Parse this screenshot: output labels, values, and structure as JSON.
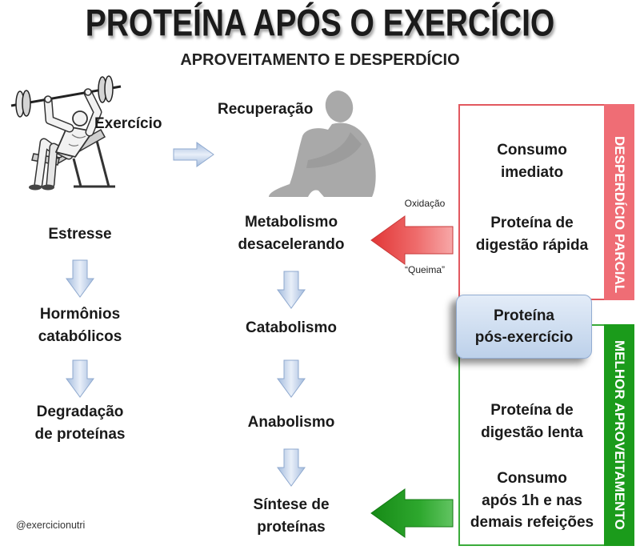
{
  "header": {
    "title": "PROTEÍNA APÓS O EXERCÍCIO",
    "subtitle": "APROVEITAMENTO E DESPERDÍCIO"
  },
  "top_row": {
    "exercise_label": "Exercício",
    "recovery_label": "Recuperação"
  },
  "left_column": {
    "steps": [
      {
        "lines": [
          "Estresse"
        ]
      },
      {
        "lines": [
          "Hormônios",
          "catabólicos"
        ]
      },
      {
        "lines": [
          "Degradação",
          "de proteínas"
        ]
      }
    ]
  },
  "middle_column": {
    "steps": [
      {
        "lines": [
          "Metabolismo",
          "desacelerando"
        ]
      },
      {
        "lines": [
          "Catabolismo"
        ]
      },
      {
        "lines": [
          "Anabolismo"
        ]
      },
      {
        "lines": [
          "Síntese de",
          "proteínas"
        ]
      }
    ]
  },
  "oxidation_arrow": {
    "top_label": "Oxidação",
    "bottom_label": "“Queima”"
  },
  "waste_panel": {
    "side_label": "DESPERDÍCIO PARCIAL",
    "items": [
      {
        "lines": [
          "Consumo",
          "imediato"
        ]
      },
      {
        "lines": [
          "Proteína de",
          "digestão rápida"
        ]
      }
    ]
  },
  "center_box": {
    "lines": [
      "Proteína",
      "pós-exercício"
    ]
  },
  "best_panel": {
    "side_label": "MELHOR APROVEITAMENTO",
    "items": [
      {
        "lines": [
          "Proteína de",
          "digestão lenta"
        ]
      },
      {
        "lines": [
          "Consumo",
          "após 1h e nas",
          "demais refeições"
        ]
      }
    ]
  },
  "credit": "@exercicionutri",
  "icons": {
    "exercise": "bench-press-icon",
    "recovery": "sitting-person-icon",
    "flow": "arrow-icon"
  },
  "colors": {
    "title": "#1b1b1b",
    "text": "#1a1a1a",
    "waste_strip": "#ef6d75",
    "waste_border": "#e2585f",
    "best_strip": "#1b9b1b",
    "best_border": "#3aab3a",
    "flow_arrow": "#a3bbdd",
    "center_box": "#bdd1ea"
  }
}
